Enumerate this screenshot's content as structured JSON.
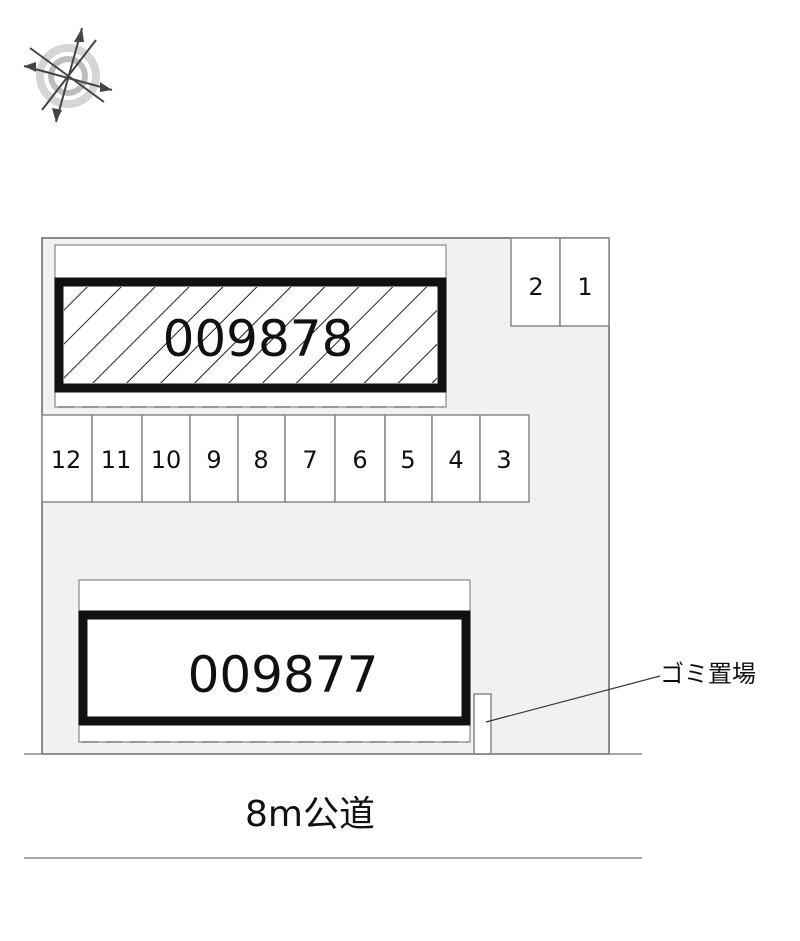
{
  "buildings": [
    {
      "id": "top",
      "label": "009878"
    },
    {
      "id": "bottom",
      "label": "009877"
    }
  ],
  "parking": {
    "right_group": [
      "2",
      "1"
    ],
    "row_group": [
      "12",
      "11",
      "10",
      "9",
      "8",
      "7",
      "6",
      "5",
      "4",
      "3"
    ]
  },
  "garbage_area": {
    "label": "ゴミ置場"
  },
  "road": {
    "label": "8m公道"
  },
  "compass": {
    "icon": "compass-icon"
  },
  "colors": {
    "lot": "#f1f1f1",
    "outline": "#555555",
    "building": "#111111",
    "hatch": "#222222"
  }
}
